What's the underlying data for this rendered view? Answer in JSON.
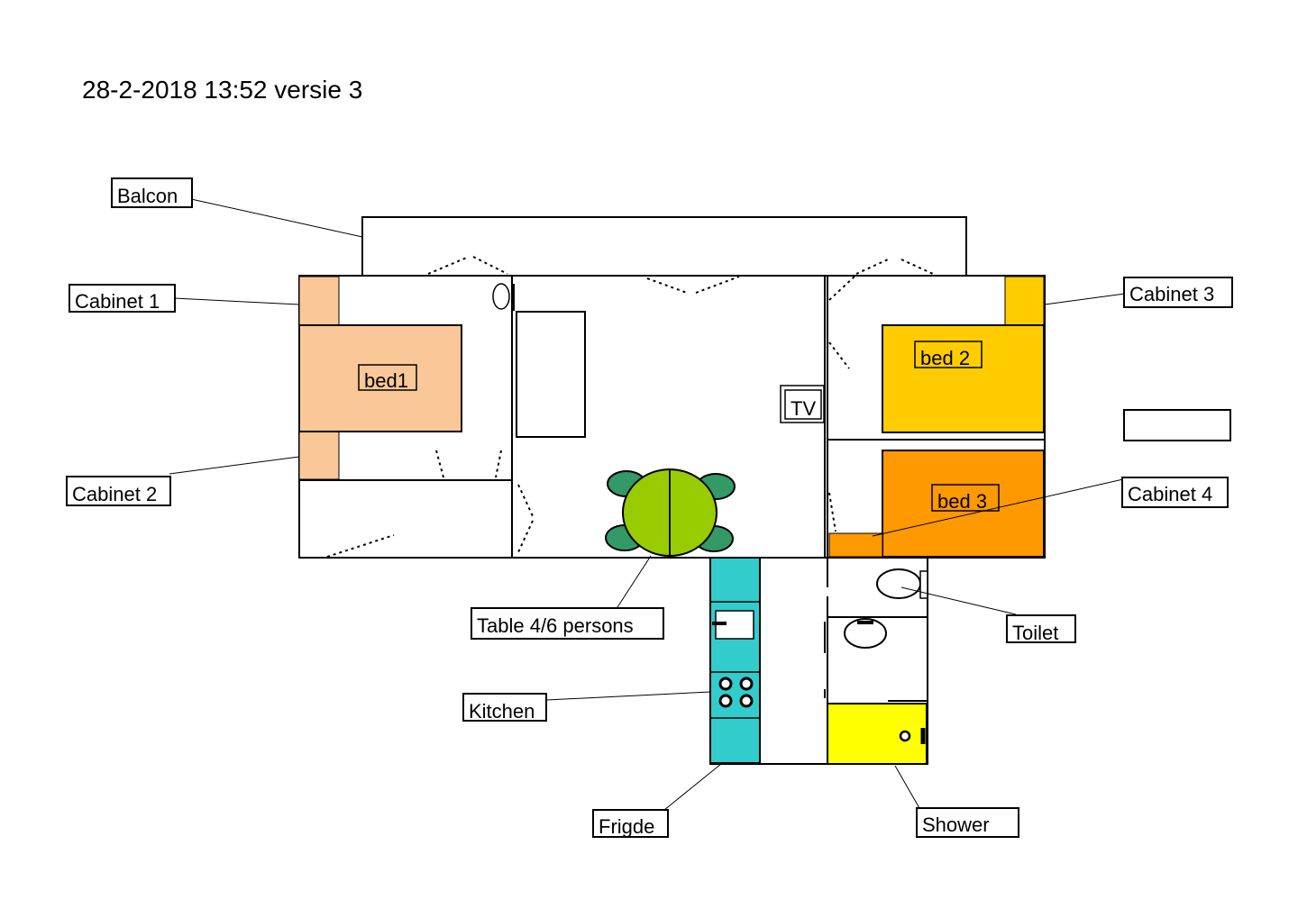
{
  "title": "28-2-2018 13:52 versie 3",
  "colors": {
    "cabinet_left": "#FAC898",
    "bed1": "#FAC898",
    "bed2": "#FFCC00",
    "cabinet3": "#FFCC00",
    "bed3": "#FF9900",
    "cabinet4": "#FF9900",
    "kitchen": "#33CCCC",
    "shower": "#FFFF00",
    "table": "#99CC00",
    "chairs": "#339966"
  },
  "labels": {
    "balcon": "Balcon",
    "cabinet1": "Cabinet 1",
    "cabinet2": "Cabinet 2",
    "cabinet3": "Cabinet 3",
    "cabinet4": "Cabinet 4",
    "bed1": "bed1",
    "bed2": "bed 2",
    "bed3": "bed 3",
    "tv": "TV",
    "table": "Table 4/6 persons",
    "kitchen": "Kitchen",
    "fridge": "Frigde",
    "toilet": "Toilet",
    "shower": "Shower",
    "blank_box": ""
  }
}
